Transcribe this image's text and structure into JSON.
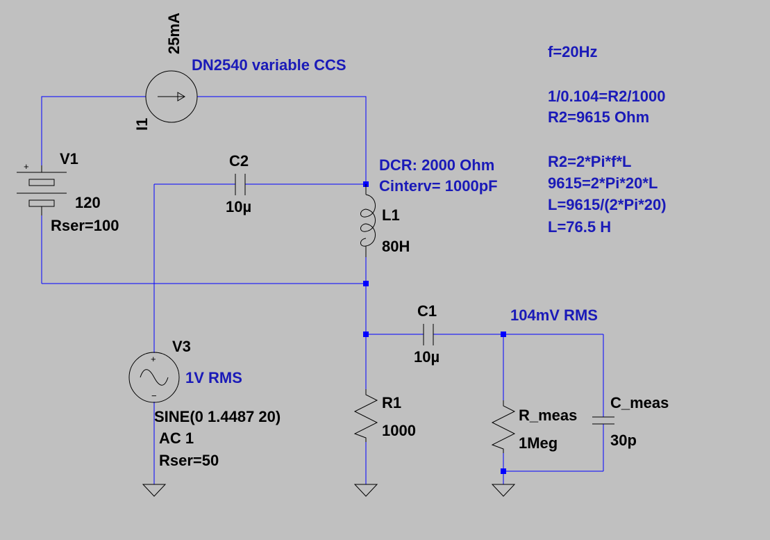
{
  "colors": {
    "background": "#c0c0c0",
    "wire": "#0000ff",
    "symbol": "#000000",
    "note_text": "#1a1ab8"
  },
  "components": {
    "I1": {
      "name": "I1",
      "value": "25mA",
      "note": "DN2540 variable CCS"
    },
    "V1": {
      "name": "V1",
      "value": "120",
      "param": "Rser=100"
    },
    "C2": {
      "name": "C2",
      "value": "10µ"
    },
    "L1": {
      "name": "L1",
      "value": "80H",
      "note1": "DCR: 2000 Ohm",
      "note2": "Cinterv= 1000pF"
    },
    "C1": {
      "name": "C1",
      "value": "10µ"
    },
    "V3": {
      "name": "V3",
      "note": "1V RMS",
      "value": "SINE(0 1.4487 20)",
      "param1": "AC 1",
      "param2": "Rser=50"
    },
    "R1": {
      "name": "R1",
      "value": "1000"
    },
    "R_meas": {
      "name": "R_meas",
      "value": "1Meg"
    },
    "C_meas": {
      "name": "C_meas",
      "value": "30p"
    }
  },
  "measurement_note": "104mV RMS",
  "calc_notes": [
    "f=20Hz",
    "1/0.104=R2/1000",
    "R2=9615 Ohm",
    "R2=2*Pi*f*L",
    "9615=2*Pi*20*L",
    "L=9615/(2*Pi*20)",
    "L=76.5 H"
  ],
  "icons": [
    "current-source-icon",
    "battery-icon",
    "capacitor-icon",
    "inductor-icon",
    "sine-source-icon",
    "resistor-icon",
    "ground-icon"
  ]
}
